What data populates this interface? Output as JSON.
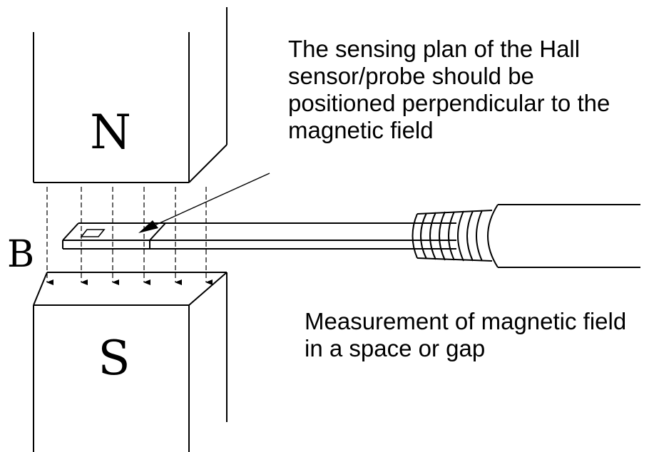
{
  "labels": {
    "north": "N",
    "south": "S",
    "field": "B"
  },
  "captions": {
    "sensing_plane": [
      "The sensing plan of the Hall",
      "sensor/probe should be",
      "positioned perpendicular to the",
      "magnetic field"
    ],
    "measurement": [
      "Measurement of magnetic field",
      "in a space or gap"
    ]
  },
  "colors": {
    "ink": "#000000",
    "background": "#ffffff"
  }
}
